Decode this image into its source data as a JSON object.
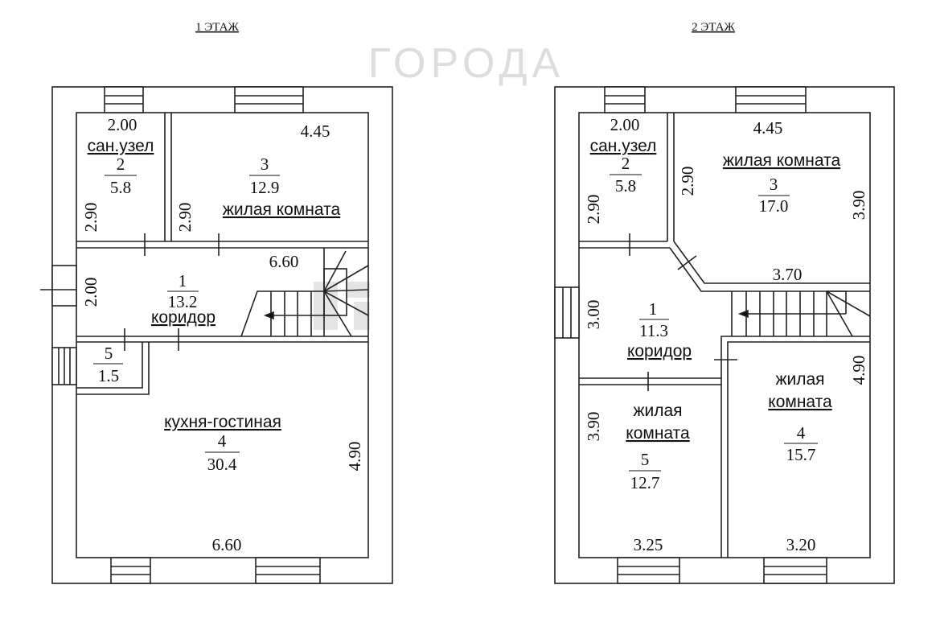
{
  "floor1": {
    "title": "1 ЭТАЖ",
    "rooms": [
      {
        "name": "сан.узел",
        "num": "2",
        "area": "5.8"
      },
      {
        "name": "жилая комната",
        "num": "3",
        "area": "12.9"
      },
      {
        "name": "коридор",
        "num": "1",
        "area": "13.2"
      },
      {
        "name": "",
        "num": "5",
        "area": "1.5"
      },
      {
        "name": "кухня-гостиная",
        "num": "4",
        "area": "30.4"
      }
    ],
    "dims": {
      "san_w": "2.00",
      "san_h": "2.90",
      "liv_w": "4.45",
      "liv_h": "2.90",
      "cor_w": "6.60",
      "cor_h": "2.00",
      "kit_h": "4.90",
      "kit_w": "6.60"
    }
  },
  "floor2": {
    "title": "2 ЭТАЖ",
    "rooms": [
      {
        "name": "сан.узел",
        "num": "2",
        "area": "5.8"
      },
      {
        "name": "жилая комната",
        "num": "3",
        "area": "17.0"
      },
      {
        "name": "коридор",
        "num": "1",
        "area": "11.3"
      },
      {
        "name": "жилая комната",
        "name1": "жилая",
        "name2": "комната",
        "num": "5",
        "area": "12.7"
      },
      {
        "name": "жилая комната",
        "name1": "жилая",
        "name2": "комната",
        "num": "4",
        "area": "15.7"
      }
    ],
    "dims": {
      "san_w": "2.00",
      "san_h": "2.90",
      "liv_w": "4.45",
      "liv_h1": "2.90",
      "liv_h2": "3.90",
      "liv_w2": "3.70",
      "cor_h": "3.00",
      "r5_h": "3.90",
      "r5_w": "3.25",
      "r4_h": "4.90",
      "r4_w": "3.20"
    }
  },
  "watermark": "ГОРОДА"
}
